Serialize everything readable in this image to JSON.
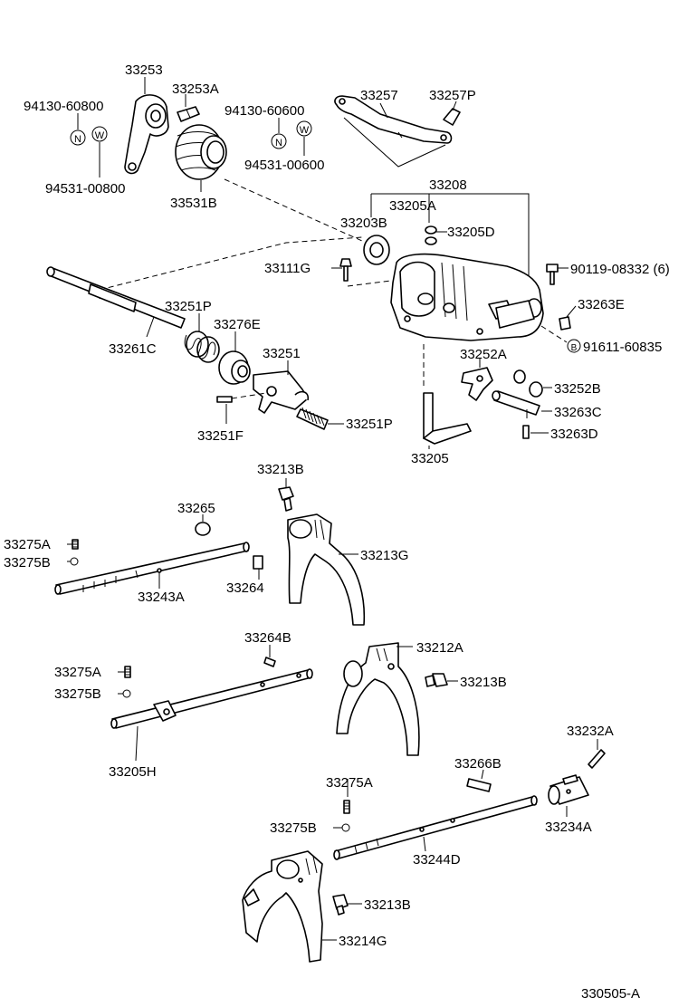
{
  "diagram_ref": "330505-A",
  "symbols": {
    "nut_symbol": "N",
    "washer_symbol": "W",
    "bolt_symbol": "B"
  },
  "labels": [
    {
      "id": "p33253",
      "text": "33253"
    },
    {
      "id": "p33253A",
      "text": "33253A"
    },
    {
      "id": "p94130_60800",
      "text": "94130-60800"
    },
    {
      "id": "p94531_00800",
      "text": "94531-00800"
    },
    {
      "id": "p33531B",
      "text": "33531B"
    },
    {
      "id": "p33257",
      "text": "33257"
    },
    {
      "id": "p33257P",
      "text": "33257P"
    },
    {
      "id": "p94130_60600",
      "text": "94130-60600"
    },
    {
      "id": "p94531_00600",
      "text": "94531-00600"
    },
    {
      "id": "p33208",
      "text": "33208"
    },
    {
      "id": "p33205A",
      "text": "33205A"
    },
    {
      "id": "p33203B",
      "text": "33203B"
    },
    {
      "id": "p33205D",
      "text": "33205D"
    },
    {
      "id": "p33111G",
      "text": "33111G"
    },
    {
      "id": "p90119",
      "text": "90119-08332 (6)"
    },
    {
      "id": "p33263E",
      "text": "33263E"
    },
    {
      "id": "p91611",
      "text": "91611-60835"
    },
    {
      "id": "p33251P_top",
      "text": "33251P"
    },
    {
      "id": "p33276E",
      "text": "33276E"
    },
    {
      "id": "p33261C",
      "text": "33261C"
    },
    {
      "id": "p33251",
      "text": "33251"
    },
    {
      "id": "p33252A",
      "text": "33252A"
    },
    {
      "id": "p33252B",
      "text": "33252B"
    },
    {
      "id": "p33263C",
      "text": "33263C"
    },
    {
      "id": "p33263D",
      "text": "33263D"
    },
    {
      "id": "p33251F",
      "text": "33251F"
    },
    {
      "id": "p33251P_bot",
      "text": "33251P"
    },
    {
      "id": "p33205",
      "text": "33205"
    },
    {
      "id": "p33213B_1",
      "text": "33213B"
    },
    {
      "id": "p33265",
      "text": "33265"
    },
    {
      "id": "p33275A_1",
      "text": "33275A"
    },
    {
      "id": "p33275B_1",
      "text": "33275B"
    },
    {
      "id": "p33213G",
      "text": "33213G"
    },
    {
      "id": "p33264",
      "text": "33264"
    },
    {
      "id": "p33243A",
      "text": "33243A"
    },
    {
      "id": "p33264B",
      "text": "33264B"
    },
    {
      "id": "p33212A",
      "text": "33212A"
    },
    {
      "id": "p33275A_2",
      "text": "33275A"
    },
    {
      "id": "p33275B_2",
      "text": "33275B"
    },
    {
      "id": "p33213B_2",
      "text": "33213B"
    },
    {
      "id": "p33205H",
      "text": "33205H"
    },
    {
      "id": "p33232A",
      "text": "33232A"
    },
    {
      "id": "p33266B",
      "text": "33266B"
    },
    {
      "id": "p33275A_3",
      "text": "33275A"
    },
    {
      "id": "p33275B_3",
      "text": "33275B"
    },
    {
      "id": "p33244D",
      "text": "33244D"
    },
    {
      "id": "p33234A",
      "text": "33234A"
    },
    {
      "id": "p33213B_3",
      "text": "33213B"
    },
    {
      "id": "p33214G",
      "text": "33214G"
    }
  ]
}
